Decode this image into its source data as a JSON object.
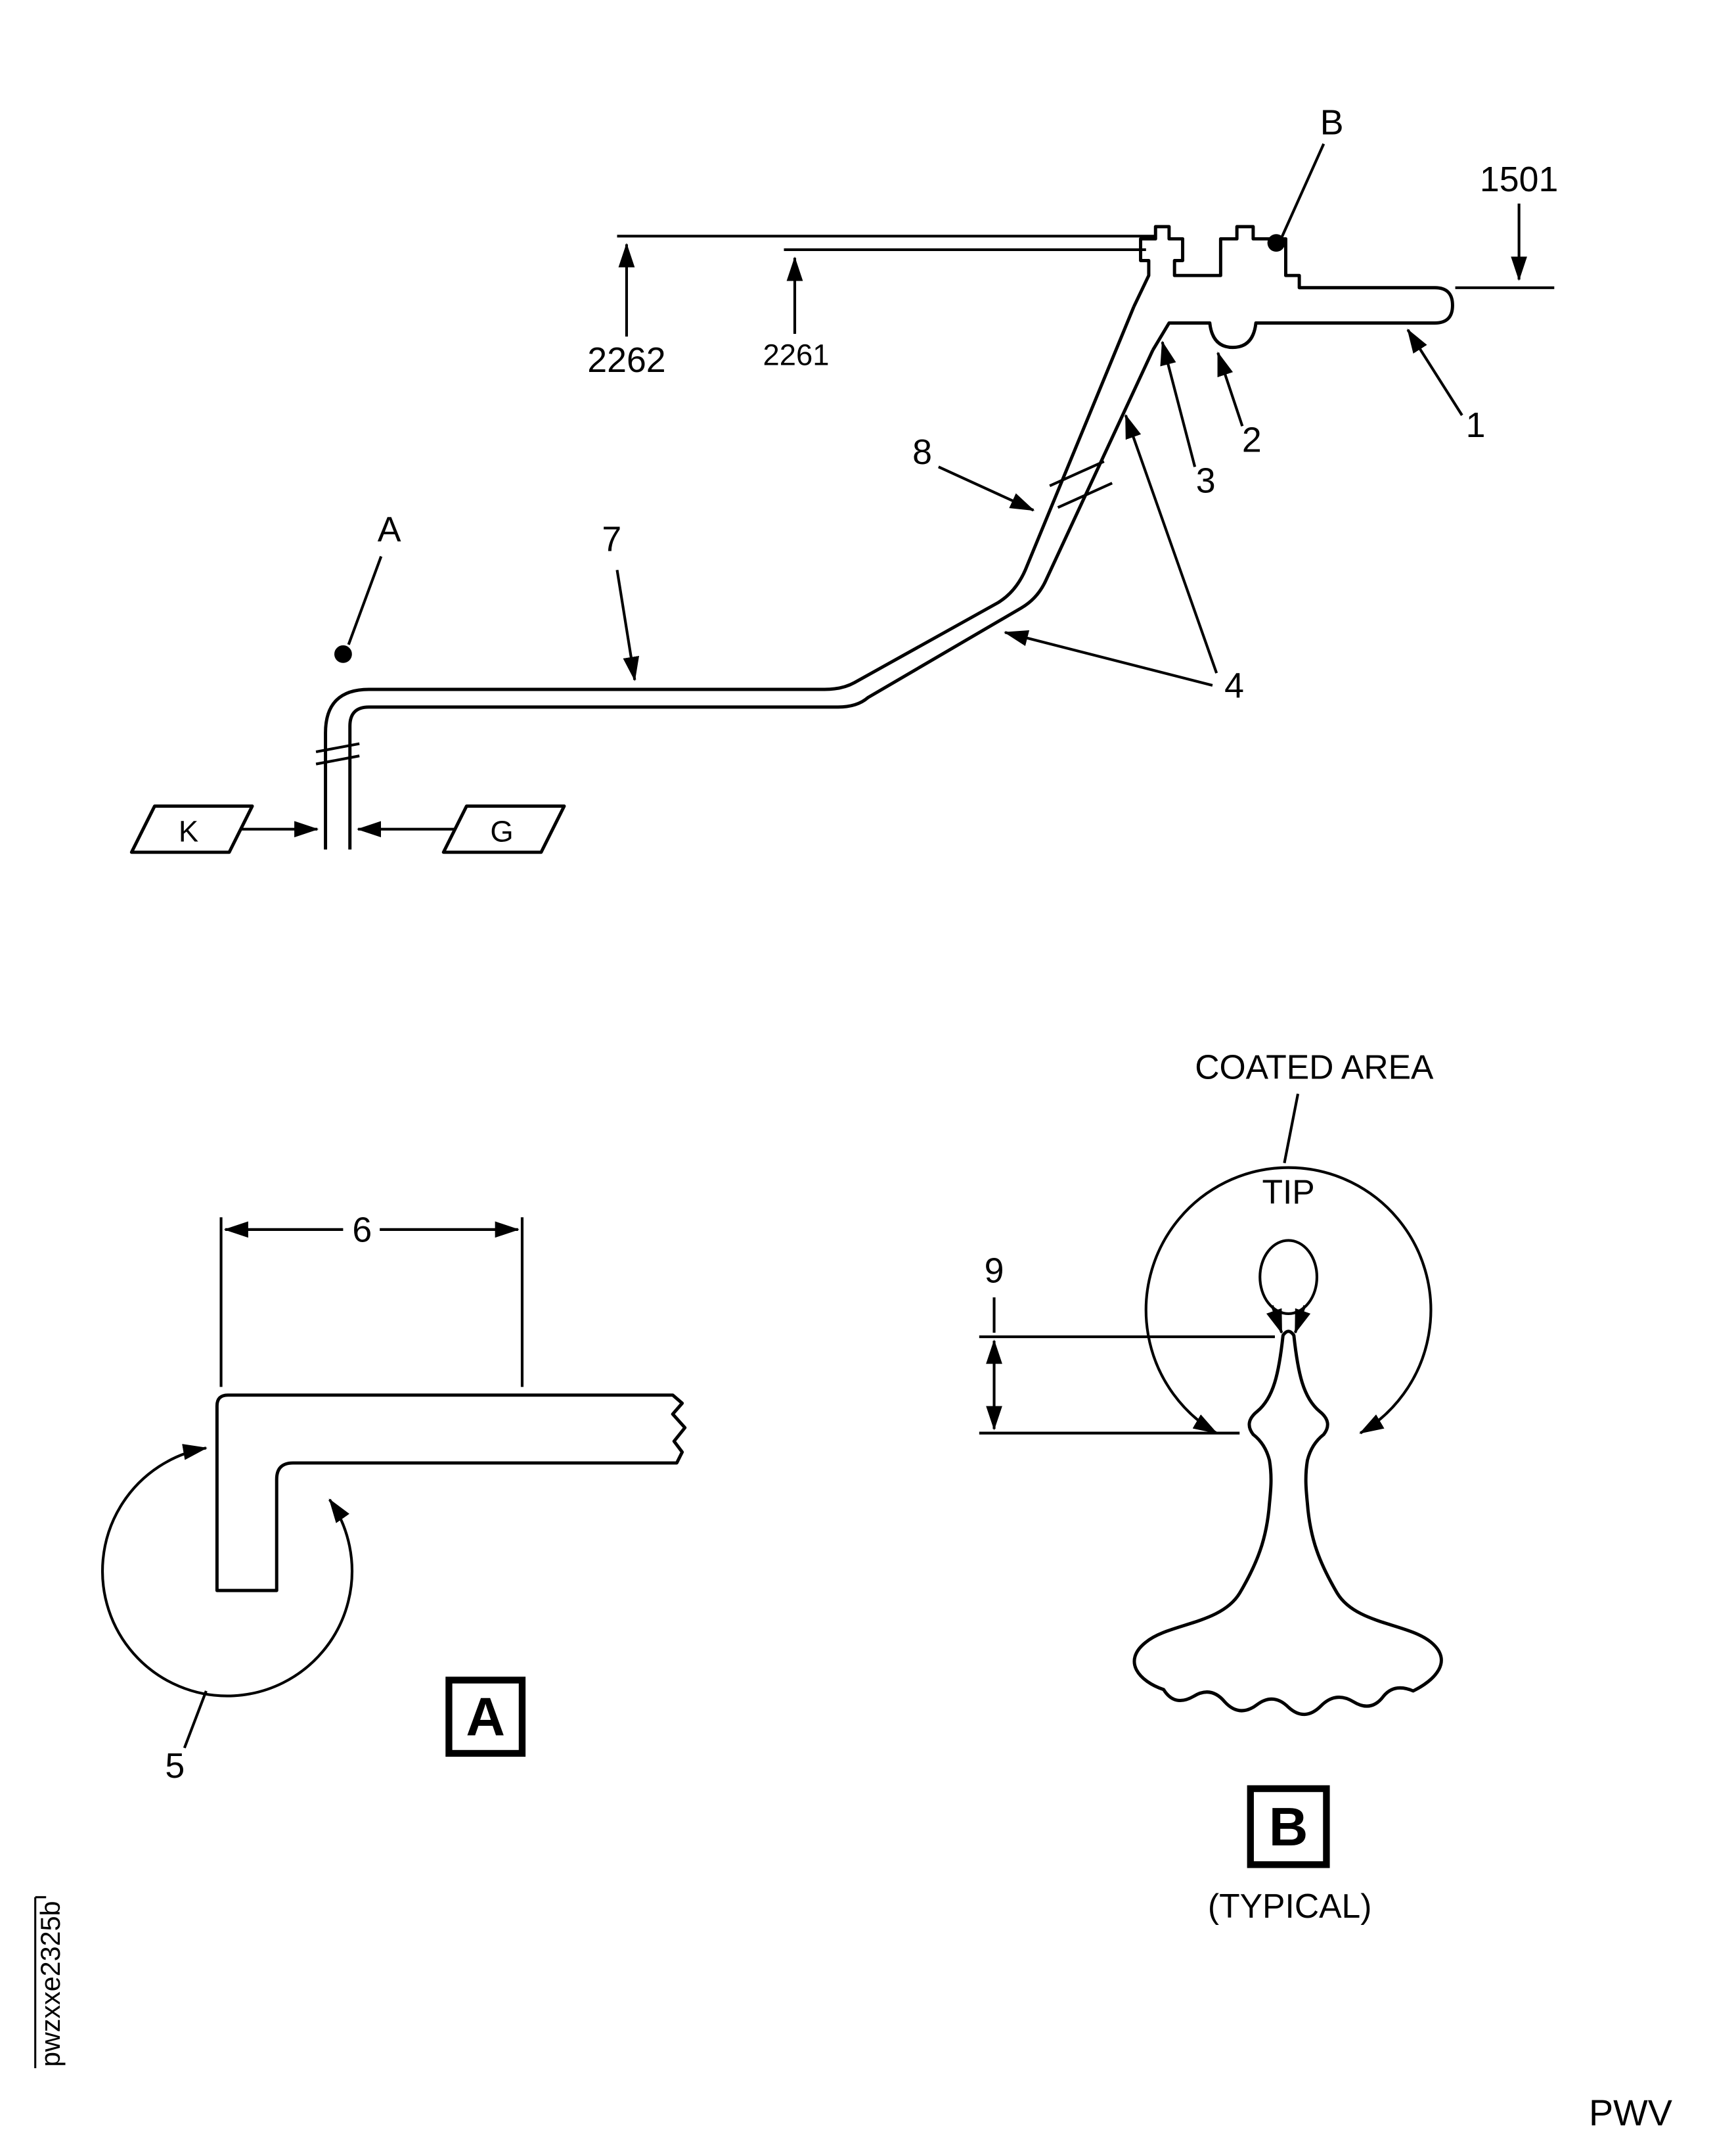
{
  "figure": {
    "main_view": {
      "view_b_label": "B",
      "view_a_label": "A",
      "dim_1501": "1501",
      "dim_2262": "2262",
      "dim_2261": "2261",
      "item_1": "1",
      "item_2": "2",
      "item_3": "3",
      "item_4": "4",
      "item_7": "7",
      "item_8": "8",
      "flag_k_label": "K",
      "flag_g_label": "G"
    },
    "detail_a": {
      "dim_6": "6",
      "item_5": "5",
      "view_box_label": "A"
    },
    "detail_b": {
      "coated_area_label": "COATED AREA",
      "tip_label": "TIP",
      "dim_9": "9",
      "view_box_label": "B",
      "typical_label": "(TYPICAL)"
    },
    "footer": {
      "figure_code": "pwzxxe2325b",
      "org_code": "PWV"
    },
    "colors": {
      "line": "#000000",
      "background": "#ffffff"
    }
  }
}
